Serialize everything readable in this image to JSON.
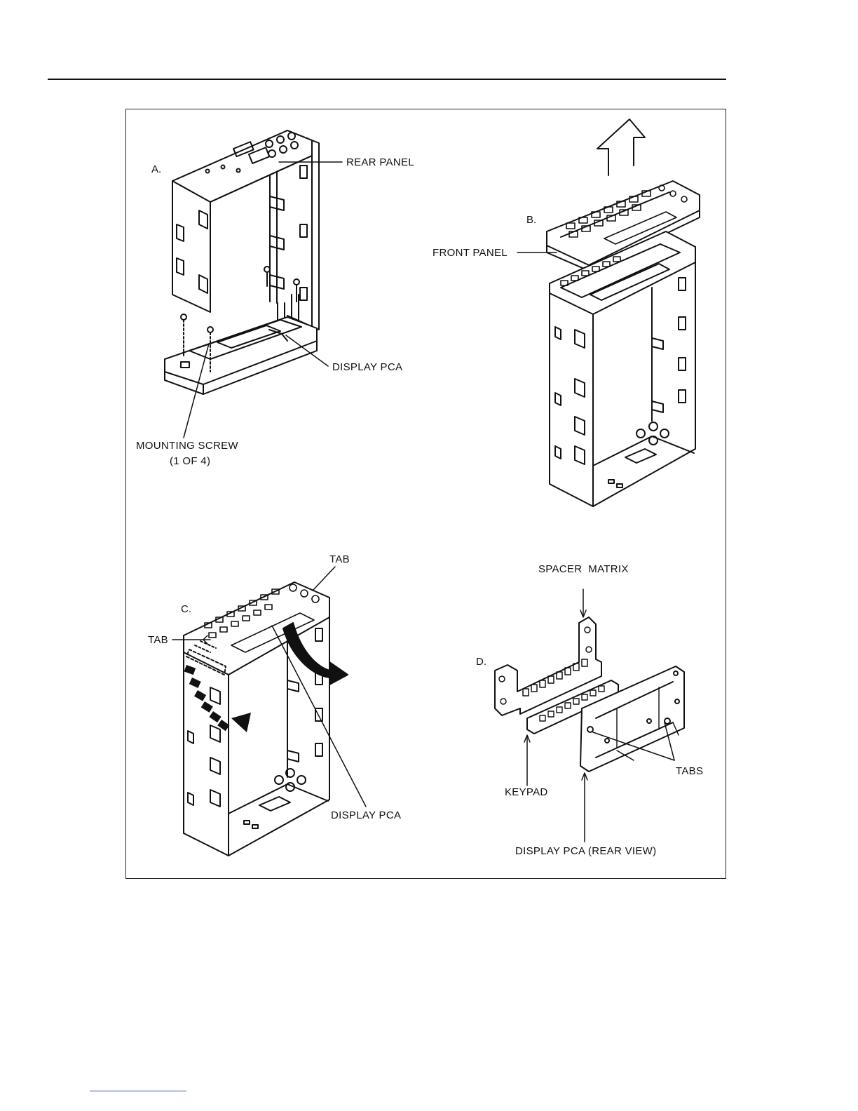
{
  "panels": {
    "a": {
      "letter": "A.",
      "rear_panel": "REAR PANEL",
      "display_pca": "DISPLAY PCA",
      "mounting_screw": "MOUNTING SCREW",
      "mounting_screw_count": "(1 OF 4)"
    },
    "b": {
      "letter": "B.",
      "front_panel": "FRONT PANEL"
    },
    "c": {
      "letter": "C.",
      "tab_top": "TAB",
      "tab_left": "TAB",
      "display_pca": "DISPLAY PCA"
    },
    "d": {
      "letter": "D.",
      "spacer_matrix": "SPACER  MATRIX",
      "keypad": "KEYPAD",
      "tabs": "TABS",
      "display_pca_rear": "DISPLAY PCA (REAR VIEW)"
    }
  },
  "colors": {
    "ink": "#111111",
    "footer_rule": "#3050b0"
  }
}
